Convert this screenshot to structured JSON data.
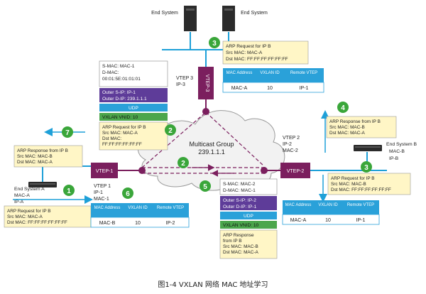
{
  "caption": "图1-4 VXLAN  网络 MAC 地址学习",
  "colors": {
    "vtep": "#7b1f5e",
    "arrow_blue": "#1ea0d8",
    "step_green": "#3aa63a",
    "box_purple": "#5e3c99",
    "box_blue": "#2aa1d9",
    "box_green": "#4ca64c",
    "note_yellow": "#fff6c6",
    "table_head": "#2aa1d9",
    "cloud_line": "#9a9a9a"
  },
  "nodes": {
    "vtep1": "VTEP-1",
    "vtep2": "VTEP-2",
    "vtep3": "VTEP-3"
  },
  "labels": {
    "end_system_top_left": "End System",
    "end_system_top_right": "End System",
    "end_system_a": [
      "End System A",
      "MAC-A",
      "IP-A"
    ],
    "end_system_b": [
      "End System B",
      "MAC-B",
      "IP-B"
    ],
    "vtep1_info": [
      "VTEP 1",
      "IP-1",
      "MAC-1"
    ],
    "vtep2_info": [
      "VTEP 2",
      "IP-2",
      "MAC-2"
    ],
    "vtep3_info": [
      "VTEP 3",
      "IP-3"
    ],
    "multicast": [
      "Multicast Group",
      "239.1.1.1"
    ]
  },
  "steps": [
    "1",
    "2",
    "2",
    "3",
    "3",
    "4",
    "5",
    "6",
    "7"
  ],
  "notes": {
    "step1": [
      "ARP Request  for IP B",
      "Src MAC: MAC-A",
      "Dst MAC: FF:FF:FF:FF:FF:FF"
    ],
    "step3_top": [
      "ARP Request  for IP B",
      "Src MAC: MAC-A",
      "Dst MAC: FF:FF:FF:FF:FF:FF"
    ],
    "step3_right": [
      "ARP Request  for IP B",
      "Src MAC: MAC-B",
      "Dst MAC: FF:FF:FF:FF:FF:FF"
    ],
    "step4": [
      "ARP Response from IP B",
      "Src MAC: MAC-B",
      "Dst MAC: MAC-A"
    ],
    "step7": [
      "ARP Response from IP B",
      "Src MAC: MAC-B",
      "Dst MAC: MAC-A"
    ]
  },
  "packet_left": {
    "header": [
      "S-MAC: MAC-1",
      "D-MAC:",
      "00:01:5E:01:01:01"
    ],
    "outer_ip": [
      "Outer S-IP:  IP-1",
      "Outer D-IP:  239.1.1.1"
    ],
    "udp": "UDP",
    "vni": "VXLAN VNID: 10",
    "payload": [
      "ARP Request  for IP B",
      "Src MAC: MAC-A",
      "Dst MAC:",
      "FF:FF:FF:FF:FF:FF"
    ]
  },
  "packet_bottom": {
    "header": [
      "S-MAC: MAC-2",
      "D-MAC: MAC-1"
    ],
    "outer_ip": [
      "Outer S-IP: IP-2",
      "Outer D-IP: IP-1"
    ],
    "udp": "UDP",
    "vni": "VXLAN VNID: 10",
    "payload": [
      "ARP Response",
      "from IP B",
      "Src MAC: MAC-B",
      "Dst MAC: MAC-A"
    ]
  },
  "tables": {
    "vtep3": {
      "headers": [
        "MAC Address",
        "VXLAN ID",
        "Remote VTEP"
      ],
      "row": [
        "MAC-A",
        "10",
        "IP-1"
      ]
    },
    "vtep1": {
      "headers": [
        "MAC Address",
        "VXLAN ID",
        "Remote VTEP"
      ],
      "row": [
        "MAC-B",
        "10",
        "IP-2"
      ]
    },
    "vtep2": {
      "headers": [
        "MAC Address",
        "VXLAN ID",
        "Remote VTEP"
      ],
      "row": [
        "MAC-A",
        "10",
        "IP-1"
      ]
    }
  }
}
